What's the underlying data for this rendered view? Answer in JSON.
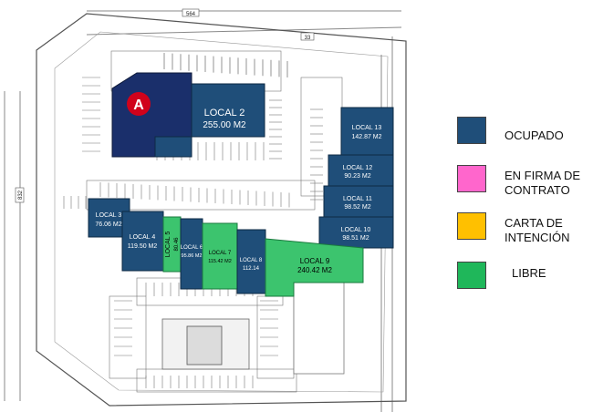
{
  "site": {
    "street_top_label": "564",
    "street_top_label2": "33",
    "street_left_label": "832",
    "anchor_logo_text": "A"
  },
  "units": [
    {
      "name": "LOCAL 2",
      "area": "255.00 M2",
      "status": "ocupado"
    },
    {
      "name": "LOCAL 13",
      "area": "142.87 M2",
      "status": "ocupado"
    },
    {
      "name": "LOCAL 12",
      "area": "90.23 M2",
      "status": "ocupado"
    },
    {
      "name": "LOCAL 11",
      "area": "98.52 M2",
      "status": "ocupado"
    },
    {
      "name": "LOCAL 10",
      "area": "98.51 M2",
      "status": "ocupado"
    },
    {
      "name": "LOCAL 3",
      "area": "76.06 M2",
      "status": "ocupado"
    },
    {
      "name": "LOCAL 4",
      "area": "119.50 M2",
      "status": "ocupado"
    },
    {
      "name": "LOCAL 5",
      "area": "80.46",
      "status": "libre"
    },
    {
      "name": "LOCAL 6",
      "area": "95.86 M2",
      "status": "ocupado"
    },
    {
      "name": "LOCAL 7",
      "area": "115.42 M2",
      "status": "libre"
    },
    {
      "name": "LOCAL 8",
      "area": "112.14",
      "status": "ocupado"
    },
    {
      "name": "LOCAL 9",
      "area": "240.42 M2",
      "status": "libre"
    }
  ],
  "legend": [
    {
      "label": "OCUPADO",
      "color": "#1f4e79",
      "status": "ocupado"
    },
    {
      "label": "EN FIRMA DE CONTRATO",
      "line1": "EN FIRMA DE",
      "line2": "CONTRATO",
      "color": "#ff66cc",
      "status": "firma"
    },
    {
      "label": "CARTA DE INTENCIÓN",
      "line1": "CARTA DE",
      "line2": "INTENCIÓN",
      "color": "#ffc000",
      "status": "carta"
    },
    {
      "label": "LIBRE",
      "color": "#1fb75a",
      "status": "libre"
    }
  ],
  "colors": {
    "ocupado": "#1f4e79",
    "anchor": "#1a2f6b",
    "libre": "#3cc46e",
    "line": "#777777",
    "logo_red": "#d0021b"
  }
}
